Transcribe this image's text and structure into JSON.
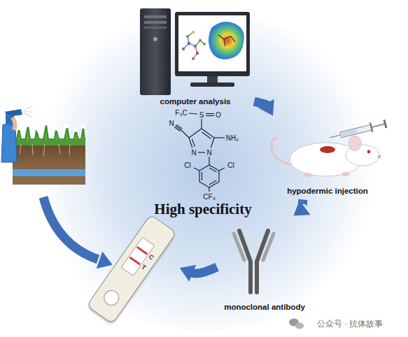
{
  "diagram": {
    "nodes": [
      {
        "text": [
          "computer analysis"
        ]
      },
      {
        "text": [
          "hypodermic injection"
        ]
      },
      {
        "text": [
          "monoclonal antibody"
        ]
      },
      {
        "text": [
          "C",
          "T"
        ]
      }
    ],
    "edges": [
      {
        "from": 0,
        "to": 1,
        "arrow": "to"
      },
      {
        "from": 1,
        "to": 2,
        "arrow": "to"
      },
      {
        "from": 2,
        "to": 3,
        "arrow": "to"
      }
    ],
    "labels": [
      "N",
      "F₃C",
      "S",
      "O",
      "NH₂",
      "N",
      "N",
      "Cl",
      "Cl",
      "CF₃",
      "High specificity",
      "公众号 · 抗体故事"
    ]
  }
}
